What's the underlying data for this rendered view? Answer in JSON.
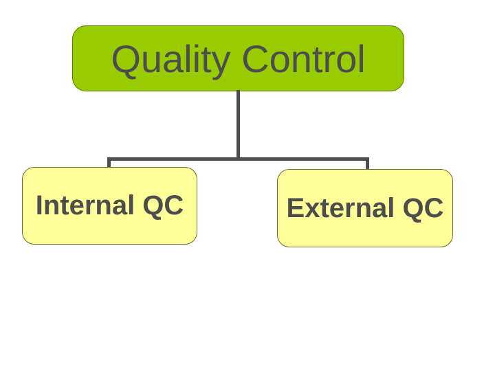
{
  "diagram": {
    "root": {
      "label": "Quality Control"
    },
    "children": [
      {
        "label": "Internal QC"
      },
      {
        "label": "External QC"
      }
    ]
  },
  "colors": {
    "slide_background": "#ffffff",
    "root_fill": "#99cc00",
    "root_border": "#5a7a00",
    "child_fill": "#ffff99",
    "child_border": "#6b6b35",
    "connector": "#4d4d4d",
    "text": "#4d4d4d"
  }
}
